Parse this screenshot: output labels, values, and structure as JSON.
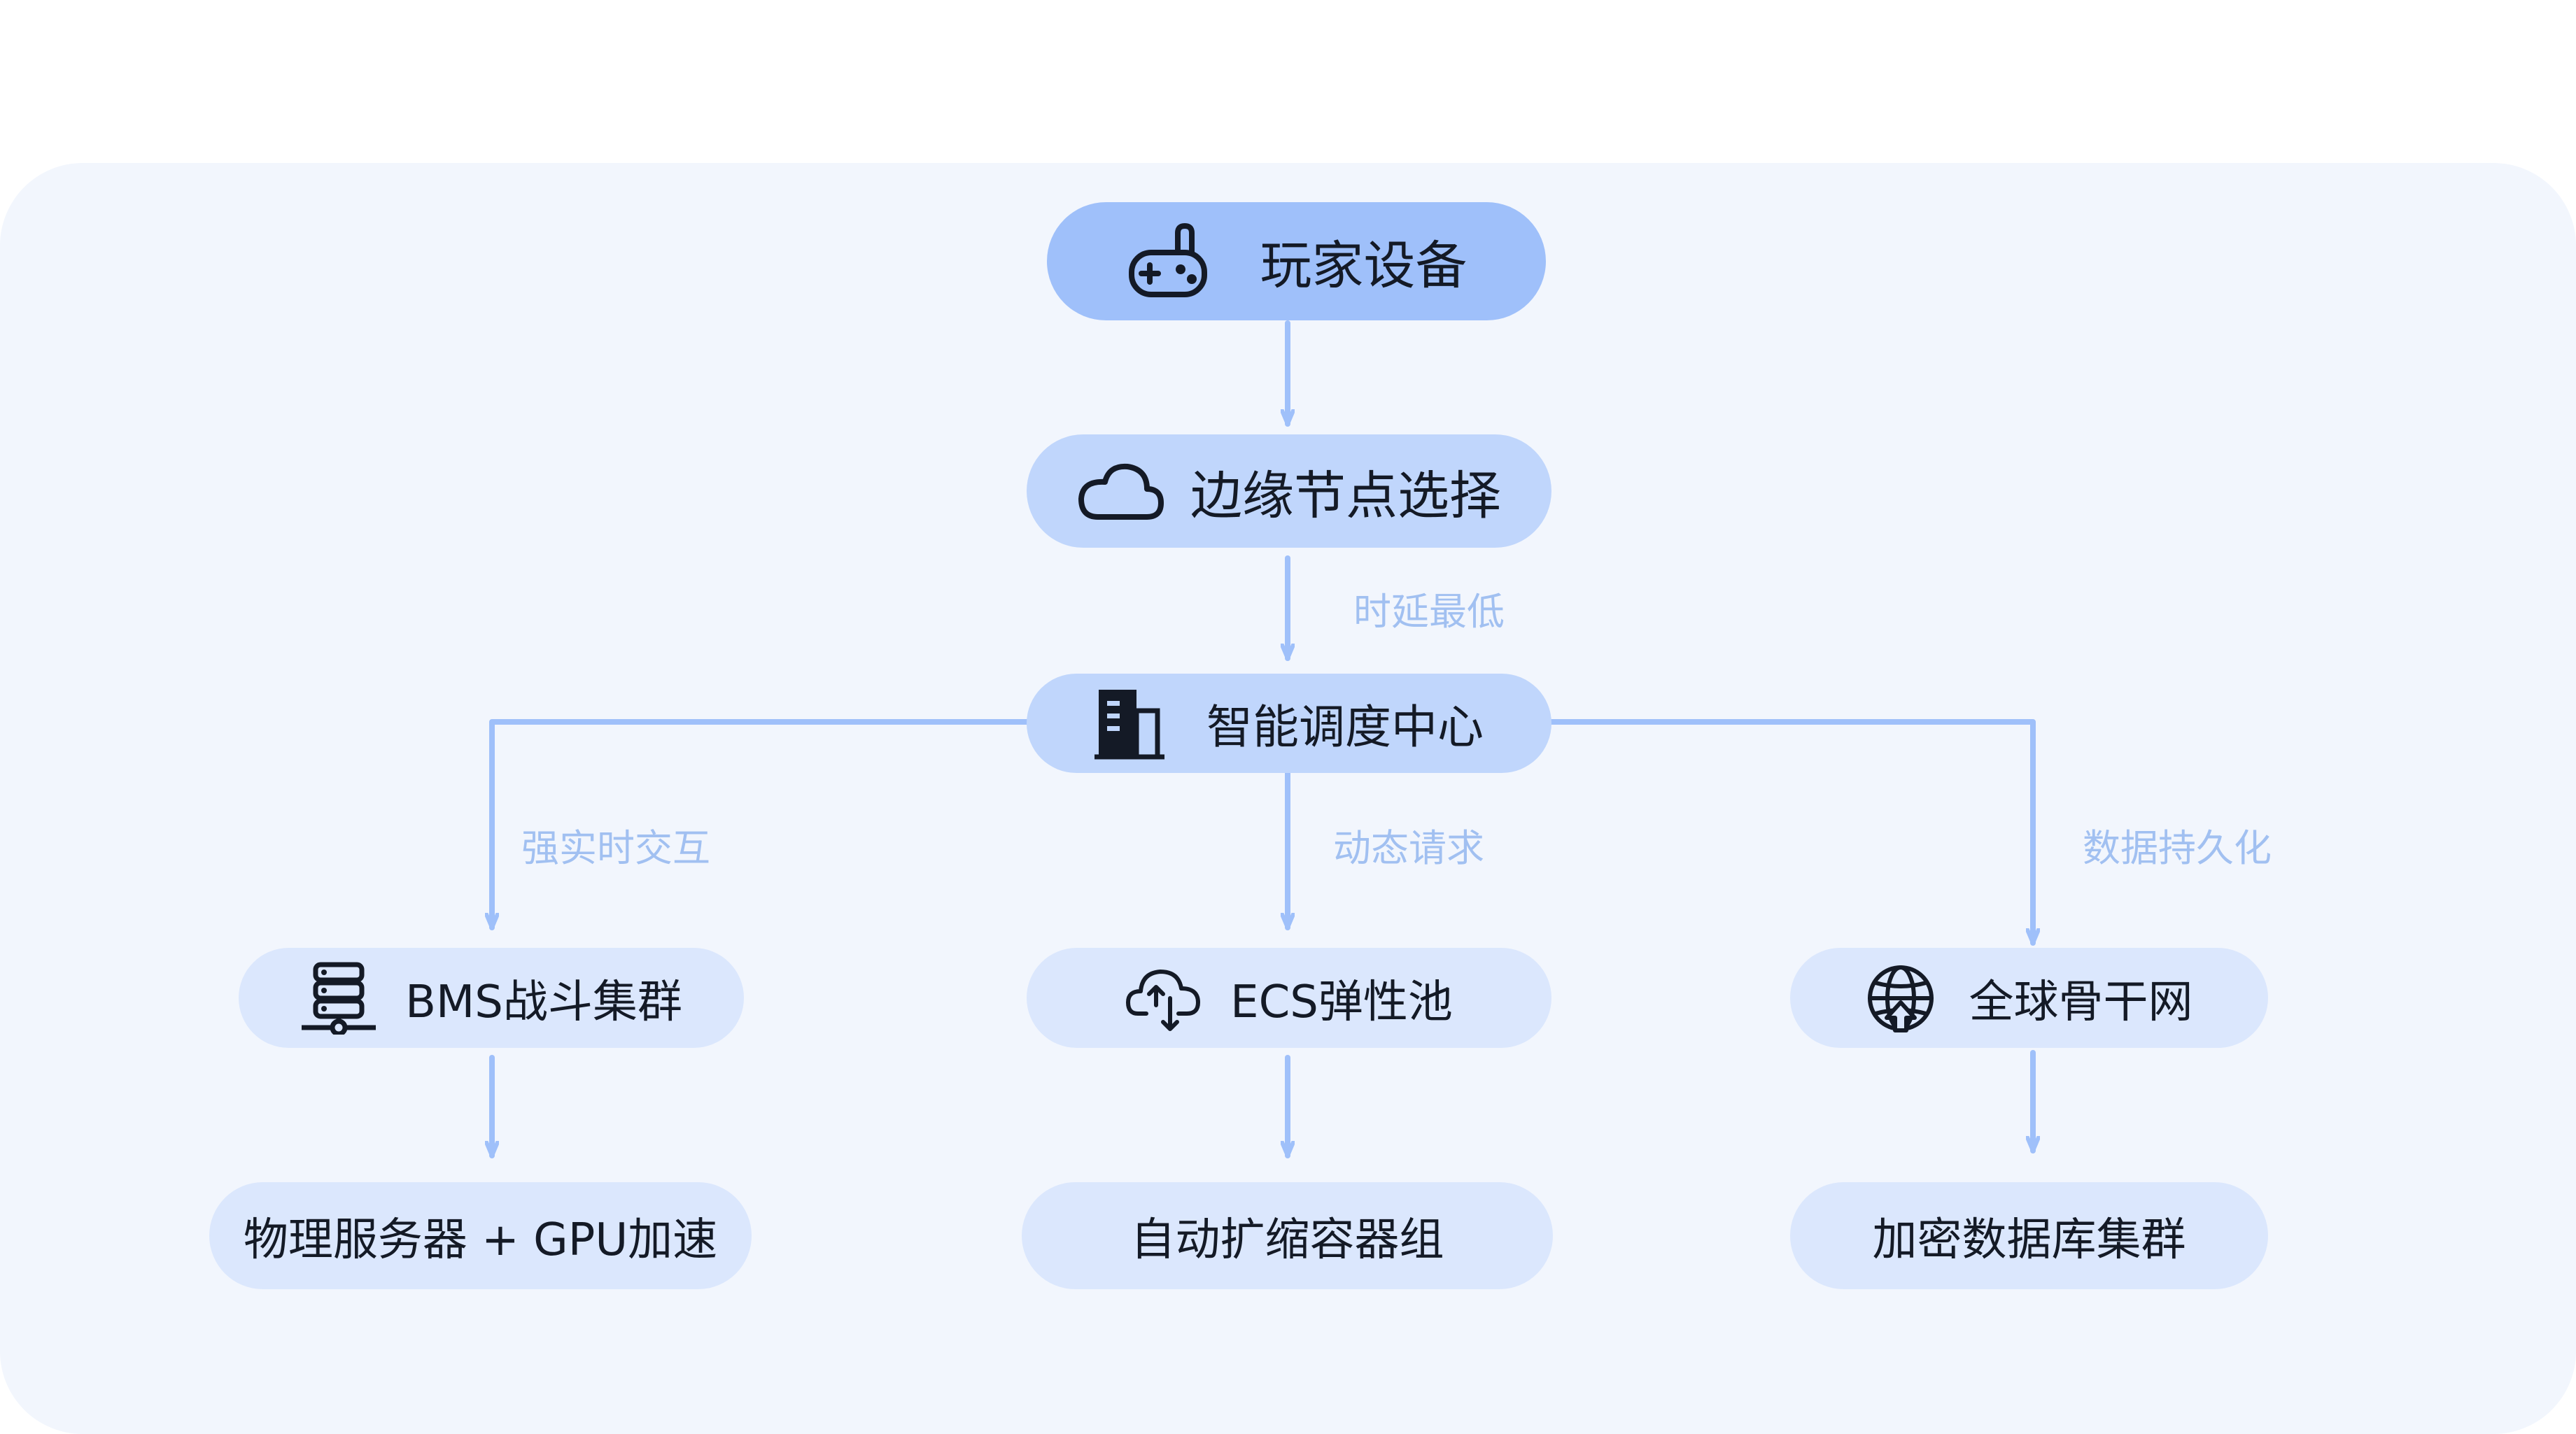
{
  "nodes": {
    "player_device": "玩家设备",
    "edge_select": "边缘节点选择",
    "scheduler": "智能调度中心",
    "bms": "BMS战斗集群",
    "ecs": "ECS弹性池",
    "backbone": "全球骨干网",
    "physical": "物理服务器 + GPU加速",
    "autoscale": "自动扩缩容器组",
    "encrypted_db": "加密数据库集群"
  },
  "edge_labels": {
    "latency": "时延最低",
    "realtime": "强实时交互",
    "dynamic": "动态请求",
    "persist": "数据持久化"
  },
  "icons": {
    "player_device": "gamepad-icon",
    "edge_select": "cloud-icon",
    "scheduler": "building-icon",
    "bms": "server-icon",
    "ecs": "cloud-upload-icon",
    "backbone": "globe-icon"
  },
  "colors": {
    "panel": "#f2f6fd",
    "node_primary": "#9fc0fa",
    "node_secondary": "#c0d6fc",
    "node_tertiary": "#dbe7fd",
    "connector": "#9fc0fa",
    "edge_label": "#a1c0f1",
    "text": "#141a26"
  }
}
